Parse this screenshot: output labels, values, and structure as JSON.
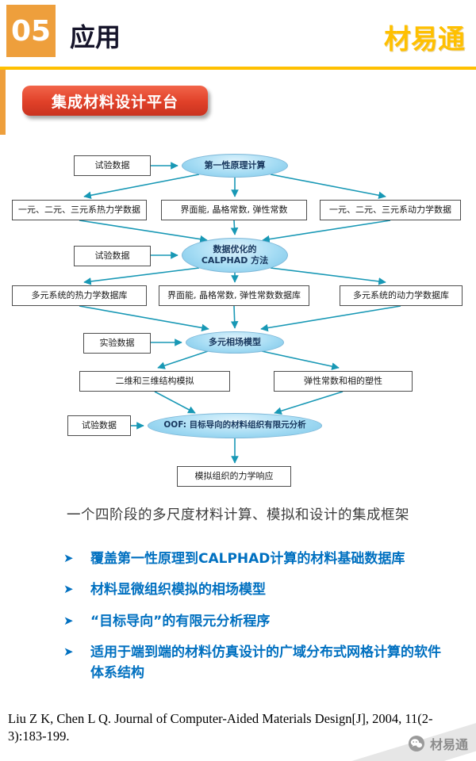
{
  "header": {
    "number": "05",
    "title": "应用",
    "brand": "材易通"
  },
  "badge": {
    "label": "集成材料设计平台"
  },
  "flowchart": {
    "exp1": "试验数据",
    "e1": "第一性原理计算",
    "b1": "一元、二元、三元系热力学数据",
    "b2": "界面能, 晶格常数, 弹性常数",
    "b3": "一元、二元、三元系动力学数据",
    "exp2": "试验数据",
    "e2": "数据优化的\nCALPHAD 方法",
    "b4": "多元系统的热力学数据库",
    "b5": "界面能, 晶格常数, 弹性常数数据库",
    "b6": "多元系统的动力学数据库",
    "exp3": "实验数据",
    "e3": "多元相场模型",
    "b7": "二维和三维结构模拟",
    "b8": "弹性常数和相的塑性",
    "exp4": "试验数据",
    "e4": "OOF: 目标导向的材料组织有限元分析",
    "b9": "模拟组织的力学响应"
  },
  "caption": "一个四阶段的多尺度材料计算、模拟和设计的集成框架",
  "bullets": [
    "覆盖第一性原理到CALPHAD计算的材料基础数据库",
    "材料显微组织模拟的相场模型",
    "“目标导向”的有限元分析程序",
    "适用于端到端的材料仿真设计的广域分布式网格计算的软件体系结构"
  ],
  "citation": "Liu Z K, Chen L Q. Journal of Computer-Aided Materials Design[J], 2004, 11(2-3):183-199.",
  "watermark": "材易通",
  "colors": {
    "accent_orange": "#EE9F3C",
    "gold": "#FFC000",
    "badge_red": "#E04028",
    "bullet_blue": "#0070C0",
    "arrow_teal": "#1898B5",
    "ellipse_blue": "#8FD0EE"
  }
}
